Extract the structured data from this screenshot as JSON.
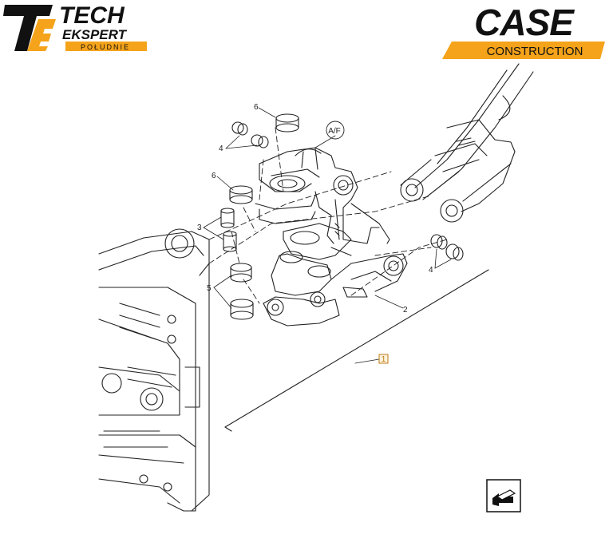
{
  "logos": {
    "tech_ekspert": {
      "letters": "TE",
      "line1": "TECH",
      "line2": "EKSPERT",
      "line3": "POŁUDNIE",
      "accent_color": "#f5a31a"
    },
    "case": {
      "brand": "CASE",
      "sub": "CONSTRUCTION",
      "accent_color": "#f5a31a"
    }
  },
  "diagram": {
    "labels": {
      "ref_af": "A/F",
      "n6_top": "6",
      "n4_left": "4",
      "n6_mid": "6",
      "n3": "3",
      "n5": "5",
      "n4_right": "4",
      "n2": "2",
      "n1": "1"
    }
  },
  "nav_icon": "page-turn-icon"
}
